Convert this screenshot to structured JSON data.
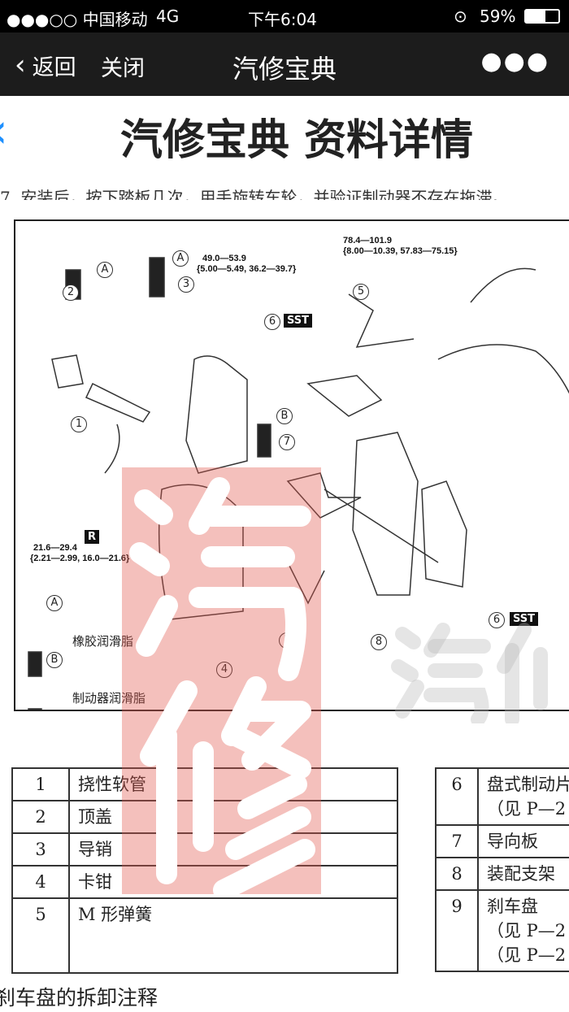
{
  "status": {
    "carrier": "●●●○○ 中国移动",
    "network": "4G",
    "time": "下午6:04",
    "battery": "59%"
  },
  "nav": {
    "back": "返回",
    "close": "关闭",
    "title": "汽修宝典",
    "more": "●●●"
  },
  "page": {
    "title": "汽修宝典 资料详情",
    "cut_text": "7. 安装后，按下踏板几次，用手旋转车轮，并验证制动器不存在拖滞。"
  },
  "diagram": {
    "torque_top": "78.4—101.9",
    "torque_top2": "{8.00—10.39, 57.83—75.15}",
    "torque_pin": "49.0—53.9",
    "torque_pin2": "{5.00—5.49, 36.2—39.7}",
    "torque_bolt": "21.6—29.4",
    "torque_bolt2": "{2.21—2.99, 16.0—21.6}",
    "sst": "SST",
    "r": "R",
    "a": "A",
    "b": "B",
    "n1": "1",
    "n2": "2",
    "n3": "3",
    "n4": "4",
    "n5": "5",
    "n6": "6",
    "n7": "7",
    "n8": "8",
    "legend_a": "橡胶润滑脂",
    "legend_b": "制动器润滑脂"
  },
  "watermark": {
    "text": "汽修",
    "text2": "汽修"
  },
  "table_left": [
    {
      "n": "1",
      "name": "挠性软管"
    },
    {
      "n": "2",
      "name": "顶盖"
    },
    {
      "n": "3",
      "name": "导销"
    },
    {
      "n": "4",
      "name": "卡钳"
    },
    {
      "n": "5",
      "name": "M 形弹簧"
    }
  ],
  "table_right": [
    {
      "n": "6",
      "name": "盘式制动片",
      "sub": "（见 P—2"
    },
    {
      "n": "7",
      "name": "导向板"
    },
    {
      "n": "8",
      "name": "装配支架"
    },
    {
      "n": "9",
      "name": "刹车盘",
      "sub": "（见 P—2",
      "sub2": "（见 P—2"
    }
  ],
  "caption": "刹车盘的拆卸注释"
}
